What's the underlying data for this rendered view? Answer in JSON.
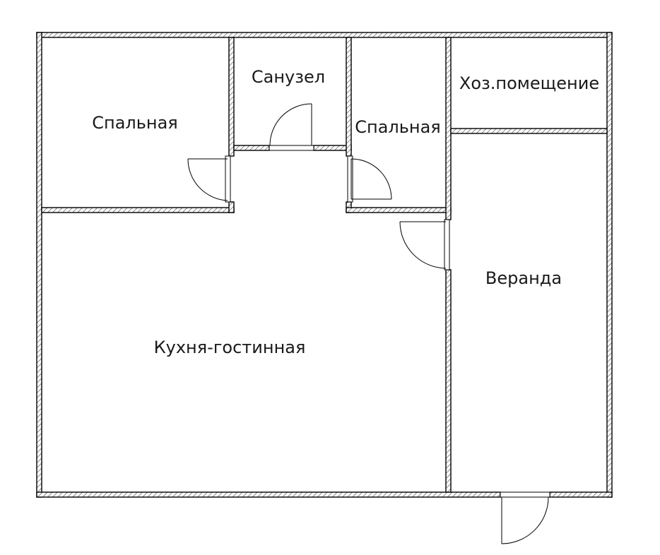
{
  "rooms": {
    "bedroom_left": "Спальная",
    "bathroom": "Санузел",
    "bedroom_middle": "Спальная",
    "utility": "Хоз.помещение",
    "kitchen_living": "Кухня-гостинная",
    "veranda": "Веранда"
  }
}
